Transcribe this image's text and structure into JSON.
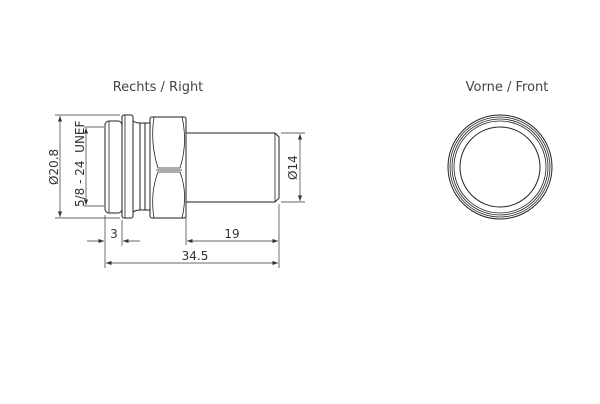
{
  "views": {
    "side": {
      "title": "Rechts / Right"
    },
    "front": {
      "title": "Vorne / Front"
    }
  },
  "dimensions": {
    "outer_diameter": "Ø20.8",
    "thread": "5/8 - 24  UNEF",
    "tube_diameter": "Ø14",
    "flange_width": "3",
    "tube_length": "19",
    "total_length": "34.5"
  },
  "colors": {
    "line": "#222222"
  }
}
